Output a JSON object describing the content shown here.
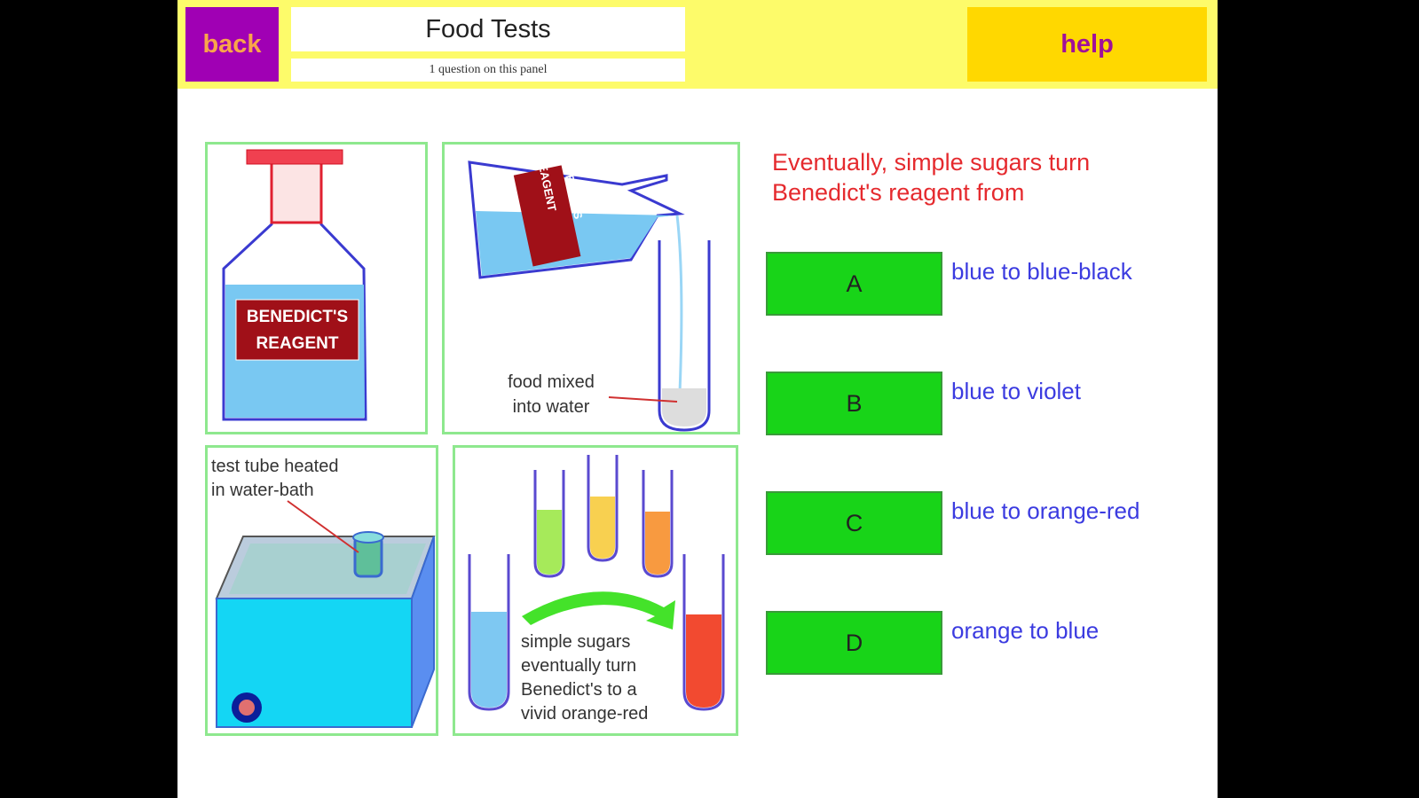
{
  "header": {
    "back_label": "back",
    "title": "Food Tests",
    "subtitle": "1 question on this panel",
    "help_label": "help"
  },
  "panels": {
    "bottle_label_line1": "BENEDICT'S",
    "bottle_label_line2": "REAGENT",
    "pour_label": "BENEDICT'S REAGENT",
    "food_caption_1": "food mixed",
    "food_caption_2": "into water",
    "bath_caption_1": "test tube heated",
    "bath_caption_2": "in water-bath",
    "result_caption": [
      "simple sugars",
      "eventually turn",
      "Benedict's to a",
      "vivid orange-red"
    ]
  },
  "question": {
    "line1": "Eventually, simple sugars turn",
    "line2": "Benedict's reagent from"
  },
  "answers": [
    {
      "letter": "A",
      "text": "blue to blue-black"
    },
    {
      "letter": "B",
      "text": "blue to violet"
    },
    {
      "letter": "C",
      "text": "blue to orange-red"
    },
    {
      "letter": "D",
      "text": "orange to blue"
    }
  ],
  "colors": {
    "header": "#fdfb6a",
    "back": "#a000b4",
    "help": "#ffd800",
    "answer": "#18d418",
    "question": "#e52a2e",
    "answer_text": "#3b3be0"
  }
}
